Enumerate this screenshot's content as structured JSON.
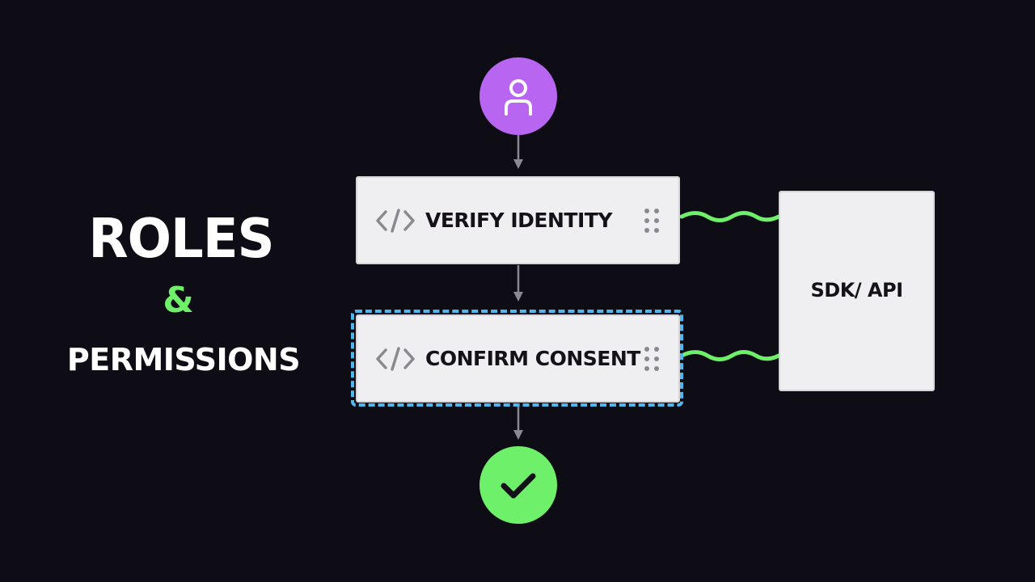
{
  "heading": {
    "line1": "ROLES",
    "line2": "&",
    "line3": "PERMISSIONS"
  },
  "flow": {
    "start_icon": "user-icon",
    "steps": [
      {
        "label": "VERIFY IDENTITY",
        "icon": "code-icon",
        "handle_icon": "drag-handle-icon",
        "selected": false
      },
      {
        "label": "CONFIRM CONSENT",
        "icon": "code-icon",
        "handle_icon": "drag-handle-icon",
        "selected": true
      }
    ],
    "end_icon": "checkmark-icon"
  },
  "integration": {
    "label": "SDK/ API"
  },
  "colors": {
    "background": "#0e0d15",
    "user_node": "#b865f2",
    "done_node": "#6ff06a",
    "connector": "#6ff06a",
    "selection": "#4fb6ee",
    "card": "#efeef0",
    "arrow": "#8a8990"
  }
}
